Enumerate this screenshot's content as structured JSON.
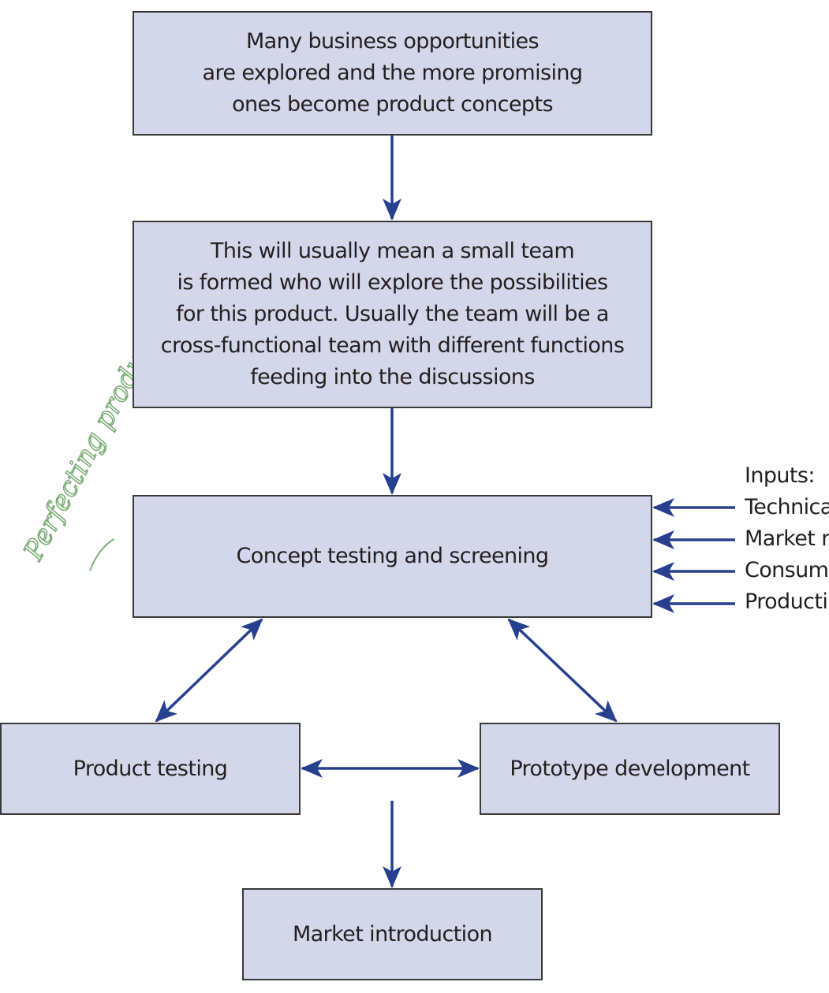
{
  "boxes": {
    "opportunities": "Many business opportunities\nare explored and the more promising\nones become product concepts",
    "team": "This will usually mean a small team\nis formed who will explore the possibilities\nfor this product. Usually the team will be a\ncross-functional team with different functions\nfeeding into the discussions",
    "concept": "Concept testing and screening",
    "product_testing": "Product testing",
    "prototype": "Prototype development",
    "market_introduction": "Market introduction"
  },
  "inputs": {
    "heading": "Inputs:",
    "items": [
      "Technica",
      "Market r",
      "Consum",
      "Producti"
    ]
  },
  "annotation": {
    "text": "Perfecting product"
  },
  "colors": {
    "box_fill": "#d4d6ea",
    "box_border": "#3a3a3a",
    "arrow": "#26408f",
    "handwriting": "#7fae7a"
  }
}
